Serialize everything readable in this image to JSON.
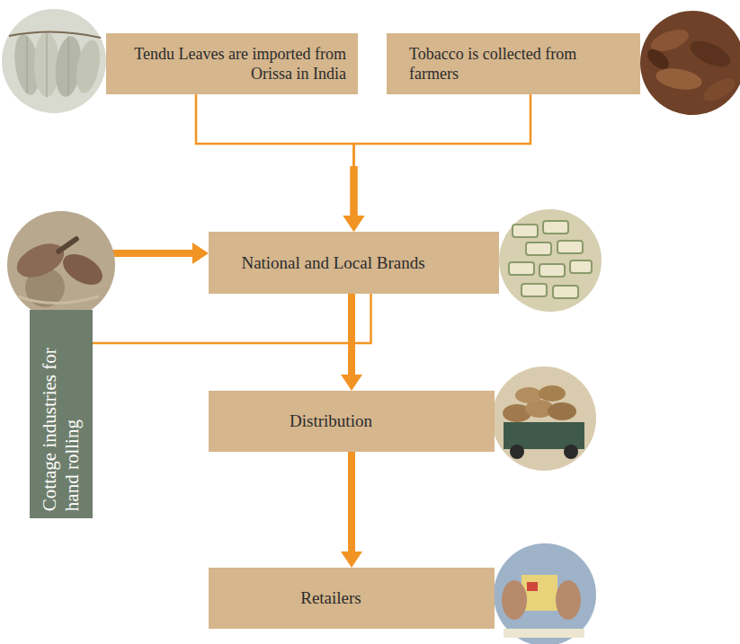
{
  "diagram": {
    "nodes": [
      {
        "text": [
          "Tendu Leaves are imported from Orissa in India"
        ]
      },
      {
        "text": [
          "Tobacco is collected from farmers"
        ]
      },
      {
        "text": [
          "National and Local Brands"
        ]
      },
      {
        "text": [
          "Distribution"
        ]
      },
      {
        "text": [
          "Retailers"
        ]
      },
      {
        "text": [
          "Cottage industries for hand rolling"
        ]
      }
    ],
    "edges": [
      {
        "from": 0,
        "to": 2,
        "arrow": "to"
      },
      {
        "from": 1,
        "to": 2,
        "arrow": "to"
      },
      {
        "from": 5,
        "to": 2,
        "arrow": "to"
      },
      {
        "from": 2,
        "to": 5,
        "arrow": "to"
      },
      {
        "from": 2,
        "to": 3,
        "arrow": "to"
      },
      {
        "from": 3,
        "to": 4,
        "arrow": "to"
      }
    ]
  }
}
